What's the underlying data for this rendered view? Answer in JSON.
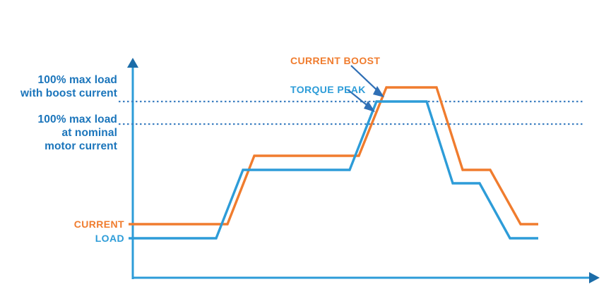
{
  "chart_data": {
    "type": "line",
    "title": "",
    "xlabel": "",
    "ylabel": "",
    "grid": false,
    "legend_position": "inline-annotations",
    "axis": {
      "x_arrow": true,
      "y_arrow": true,
      "color": "#2D9CD8"
    },
    "reference_lines": [
      {
        "name": "max-load-boost",
        "label": "100% max load\nwith boost current",
        "label_line1": "100% max load",
        "label_line2": "with boost current",
        "value": 100,
        "style": "dotted",
        "color": "#3D7FC1"
      },
      {
        "name": "max-load-nominal",
        "label": "100% max load\nat nominal\nmotor current",
        "label_line1": "100% max load",
        "label_line2": "at nominal",
        "label_line3": "motor current",
        "value": 85,
        "style": "dotted",
        "color": "#3D7FC1"
      }
    ],
    "series": [
      {
        "name": "current",
        "label": "CURRENT",
        "color": "#F07C2E",
        "annotation": "CURRENT BOOST",
        "x": [
          0,
          19,
          23,
          26,
          30,
          48,
          52,
          56,
          59,
          63,
          67,
          71,
          75,
          78,
          82,
          86,
          89,
          100
        ],
        "values": [
          25,
          25,
          25,
          60,
          60,
          60,
          60,
          98,
          115,
          115,
          115,
          115,
          60,
          60,
          60,
          60,
          25,
          25
        ]
      },
      {
        "name": "load",
        "label": "LOAD",
        "color": "#2D9CD8",
        "annotation": "TORQUE PEAK",
        "x": [
          0,
          17,
          21,
          24,
          28,
          46,
          50,
          53,
          57,
          61,
          65,
          69,
          73,
          76,
          80,
          84,
          87,
          100
        ],
        "values": [
          15,
          15,
          15,
          52,
          52,
          52,
          52,
          88,
          100,
          100,
          100,
          100,
          52,
          52,
          52,
          52,
          15,
          15
        ]
      }
    ],
    "annotations": [
      {
        "name": "current-boost",
        "text": "CURRENT BOOST",
        "color": "#F07C2E",
        "arrow_to_series": "current"
      },
      {
        "name": "torque-peak",
        "text": "TORQUE PEAK",
        "color": "#2D9CD8",
        "arrow_to_series": "load"
      },
      {
        "name": "current",
        "text": "CURRENT",
        "color": "#F07C2E"
      },
      {
        "name": "load",
        "text": "LOAD",
        "color": "#2D9CD8"
      }
    ]
  },
  "labels": {
    "max_load_boost": {
      "line1": "100% max load",
      "line2": "with boost current"
    },
    "max_load_nominal": {
      "line1": "100% max load",
      "line2": "at nominal",
      "line3": "motor current"
    },
    "current_boost": "CURRENT BOOST",
    "torque_peak": "TORQUE PEAK",
    "current": "CURRENT",
    "load": "LOAD"
  },
  "colors": {
    "orange": "#F07C2E",
    "blue": "#2D9CD8",
    "label_blue": "#1B75BB",
    "dotted_blue": "#3D7FC1",
    "arrow_blue": "#2F6FB5",
    "background": "#FFFFFF"
  }
}
